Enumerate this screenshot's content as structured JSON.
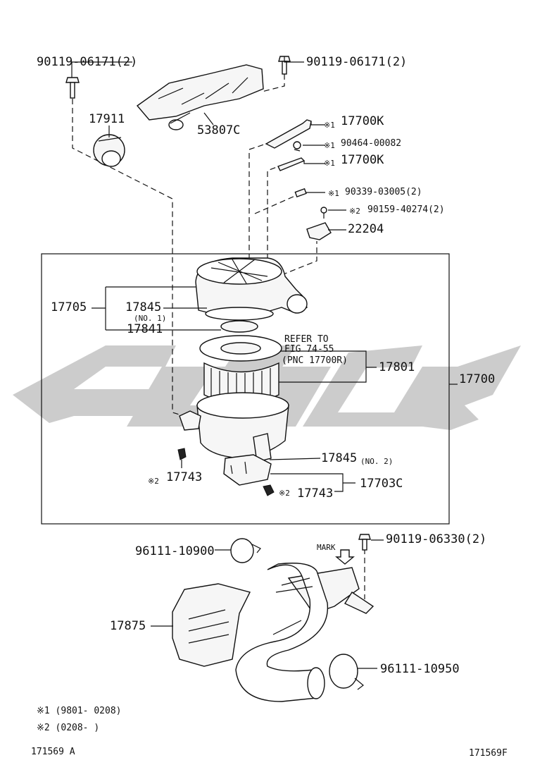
{
  "watermark": {
    "color": "#c8c8c8",
    "kind": "logo"
  },
  "labels": {
    "bolt_top_left": "90119-06171(2)",
    "bolt_top_right": "90119-06171(2)",
    "p17911": "17911",
    "p53807c": "53807C",
    "p17700k_1": "17700K",
    "p90464": "90464-00082",
    "p17700k_2": "17700K",
    "p90339": "90339-03005(2)",
    "p90159": "90159-40274(2)",
    "p22204": "22204",
    "p17705": "17705",
    "p17845_1": "17845",
    "no1": "(NO. 1)",
    "p17841": "17841",
    "refer_line1": "REFER TO",
    "refer_line2": "FIG 74-55",
    "refer_line3": "(PNC 17700R)",
    "p17801": "17801",
    "p17700": "17700",
    "p17845_2": "17845",
    "no2": "(NO. 2)",
    "p17743_left": "17743",
    "p17703c": "17703C",
    "p17743_right": "17743",
    "p96111_10900": "96111-10900",
    "p90119_06330": "90119-06330(2)",
    "mark": "MARK",
    "p17875": "17875",
    "p96111_10950": "96111-10950",
    "footnote1": "※1  (9801- 0208)",
    "footnote2": "※2  (0208-       )",
    "footer_left": "171569  A",
    "footer_right": "171569F",
    "note1": "※1",
    "note2": "※2"
  }
}
